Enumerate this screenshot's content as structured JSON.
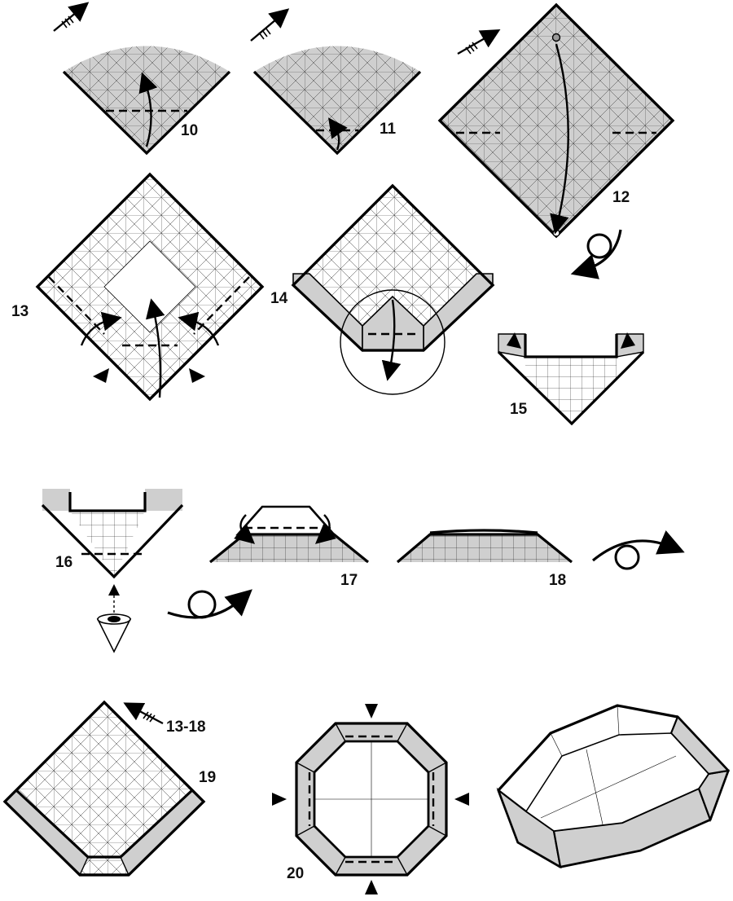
{
  "diagram": {
    "steps": [
      {
        "label": "10"
      },
      {
        "label": "11"
      },
      {
        "label": "12"
      },
      {
        "label": "13"
      },
      {
        "label": "14"
      },
      {
        "label": "15"
      },
      {
        "label": "16"
      },
      {
        "label": "17"
      },
      {
        "label": "18"
      },
      {
        "label": "19"
      },
      {
        "label": "20"
      }
    ],
    "repeat_note": "13-18",
    "icons": [
      "zoom-arrow-icon",
      "turn-over-icon",
      "eye-icon",
      "push-triangle-icon"
    ],
    "colors": {
      "paper_color": "#cfcfcf",
      "white_side": "#ffffff",
      "line": "#000000"
    }
  }
}
